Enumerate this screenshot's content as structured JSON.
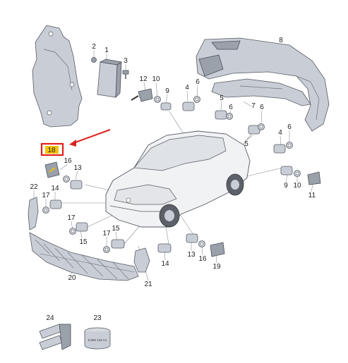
{
  "diagram": {
    "callouts": [
      {
        "id": "c1",
        "text": "1"
      },
      {
        "id": "c2",
        "text": "2"
      },
      {
        "id": "c3",
        "text": "3"
      },
      {
        "id": "c4a",
        "text": "4"
      },
      {
        "id": "c4b",
        "text": "4"
      },
      {
        "id": "c5a",
        "text": "5"
      },
      {
        "id": "c5b",
        "text": "5"
      },
      {
        "id": "c6a",
        "text": "6"
      },
      {
        "id": "c6b",
        "text": "6"
      },
      {
        "id": "c6c",
        "text": "6"
      },
      {
        "id": "c6d",
        "text": "6"
      },
      {
        "id": "c7",
        "text": "7"
      },
      {
        "id": "c8",
        "text": "8"
      },
      {
        "id": "c9a",
        "text": "9"
      },
      {
        "id": "c9b",
        "text": "9"
      },
      {
        "id": "c10a",
        "text": "10"
      },
      {
        "id": "c10b",
        "text": "10"
      },
      {
        "id": "c11",
        "text": "11"
      },
      {
        "id": "c12",
        "text": "12"
      },
      {
        "id": "c13a",
        "text": "13"
      },
      {
        "id": "c13b",
        "text": "13"
      },
      {
        "id": "c14a",
        "text": "14"
      },
      {
        "id": "c14b",
        "text": "14"
      },
      {
        "id": "c15a",
        "text": "15"
      },
      {
        "id": "c15b",
        "text": "15"
      },
      {
        "id": "c16a",
        "text": "16"
      },
      {
        "id": "c16b",
        "text": "16"
      },
      {
        "id": "c17a",
        "text": "17"
      },
      {
        "id": "c17b",
        "text": "17"
      },
      {
        "id": "c17c",
        "text": "17"
      },
      {
        "id": "c18",
        "text": "18"
      },
      {
        "id": "c19",
        "text": "19"
      },
      {
        "id": "c20",
        "text": "20"
      },
      {
        "id": "c21",
        "text": "21"
      },
      {
        "id": "c22",
        "text": "22"
      },
      {
        "id": "c23",
        "text": "23"
      },
      {
        "id": "c24",
        "text": "24"
      }
    ],
    "highlight_color": "#f2c200",
    "highlight_border": "#e0201c",
    "arrow_color": "#e0201c",
    "tape_text": "0.092 142 A1"
  }
}
